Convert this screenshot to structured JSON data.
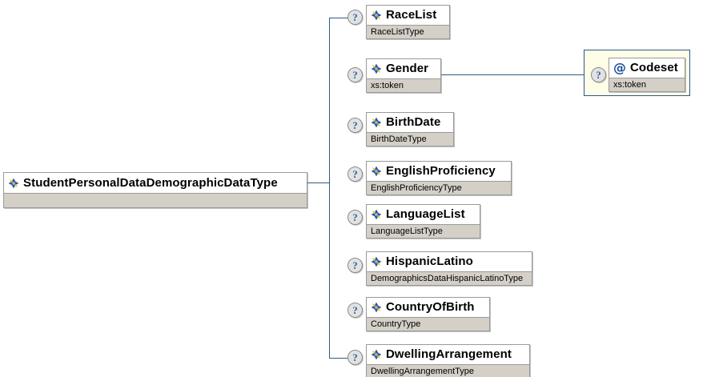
{
  "diagram": {
    "kind": "xsd-schema-tree",
    "root": {
      "name": "StudentPersonalDataDemographicDataType",
      "type": "",
      "icon": "element-icon"
    },
    "optional_marker": "?",
    "children": [
      {
        "name": "RaceList",
        "type": "RaceListType",
        "icon": "element-icon",
        "occurrence": "?"
      },
      {
        "name": "Gender",
        "type": "xs:token",
        "icon": "element-icon",
        "occurrence": "?"
      },
      {
        "name": "BirthDate",
        "type": "BirthDateType",
        "icon": "element-icon",
        "occurrence": "?"
      },
      {
        "name": "EnglishProficiency",
        "type": "EnglishProficiencyType",
        "icon": "element-icon",
        "occurrence": "?"
      },
      {
        "name": "LanguageList",
        "type": "LanguageListType",
        "icon": "element-icon",
        "occurrence": "?"
      },
      {
        "name": "HispanicLatino",
        "type": "DemographicsDataHispanicLatinoType",
        "icon": "element-icon",
        "occurrence": "?"
      },
      {
        "name": "CountryOfBirth",
        "type": "CountryType",
        "icon": "element-icon",
        "occurrence": "?"
      },
      {
        "name": "DwellingArrangement",
        "type": "DwellingArrangementType",
        "icon": "element-icon",
        "occurrence": "?"
      }
    ],
    "attribute_group": {
      "owner": "Gender",
      "attribute": {
        "name": "Codeset",
        "type": "xs:token",
        "icon": "attribute-icon",
        "occurrence": "?"
      }
    },
    "colors": {
      "connector": "#2e5a86",
      "node_border": "#9a9a9a",
      "node_header_bg": "#ffffff",
      "node_type_bg": "#d4d0c8",
      "group_bg": "#fdfde8",
      "group_border": "#2e5a86",
      "marker_text": "#33639c",
      "marker_bg": "#e2e2e2",
      "icon_blue": "#2a55a5",
      "icon_yellow": "#f0c000"
    }
  }
}
